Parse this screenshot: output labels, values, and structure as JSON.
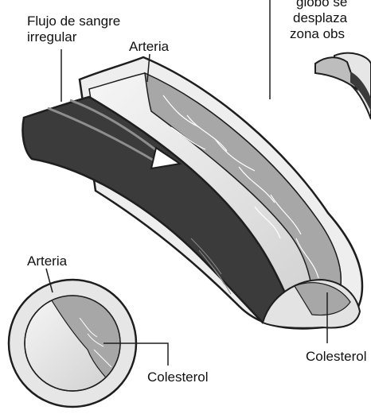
{
  "labels": {
    "flow_line1": "Flujo de sangre",
    "flow_line2": "irregular",
    "artery_top": "Arteria",
    "cholesterol_right": "Colesterol",
    "artery_cross": "Arteria",
    "cholesterol_cross": "Colesterol",
    "cutoff_line1": "globo se",
    "cutoff_line2": "desplaza",
    "cutoff_line3": "zona obs"
  },
  "colors": {
    "outer_wall": "#eeeeee",
    "inner_wall": "#d9d9d9",
    "dark_side": "#3b3b3b",
    "plaque": "#a7a7a7",
    "outline": "#1e1e1e",
    "flow_arrow": "#8e8e8e"
  }
}
